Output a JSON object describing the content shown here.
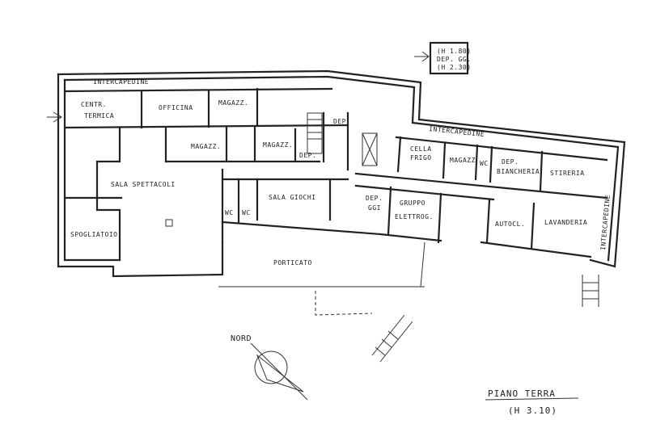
{
  "title": {
    "name": "PIANO TERRA",
    "height": "(H 3.10)"
  },
  "north": "NORD",
  "annex": {
    "line1": "(H 1.80)",
    "line2": "DEP. GG.",
    "line3": "(H 2.30)"
  },
  "rooms": {
    "intercapedine_top": "INTERCAPEDINE",
    "intercapedine_wing": "INTERCAPEDINE",
    "intercapedine_right": "INTERCAPEDINE",
    "centrale_1": "CENTR.",
    "centrale_2": "TERMICA",
    "officina": "OFFICINA",
    "magazz_1": "MAGAZZ.",
    "magazz_2": "MAGAZZ.",
    "magazz_3": "MAGAZZ.",
    "dep_1": "DEP.",
    "dep_2": "DEP.",
    "sala_spettacoli": "SALA SPETTACOLI",
    "sala_giochi": "SALA GIOCHI",
    "wc_1": "WC",
    "wc_2": "WC",
    "spogliatoio": "SPOGLIATOIO",
    "dep_gg_1": "DEP.",
    "dep_gg_2": "GGI",
    "gruppo_1": "GRUPPO",
    "gruppo_2": "ELETTROG.",
    "cella_1": "CELLA",
    "cella_2": "FRIGO",
    "magazz_4": "MAGAZZ",
    "wc_3": "WC",
    "dep_bianch_1": "DEP.",
    "dep_bianch_2": "BIANCHERIA",
    "stireria": "STIRERIA",
    "autocl": "AUTOCL.",
    "lavanderia": "LAVANDERIA",
    "porticato": "PORTICATO"
  }
}
